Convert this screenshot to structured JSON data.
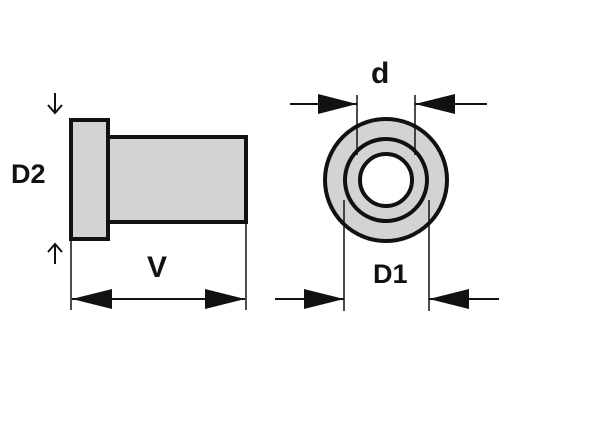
{
  "labels": {
    "d": "d",
    "D2": "D2",
    "V": "V",
    "D1": "D1"
  },
  "colors": {
    "fill": "#d3d3d3",
    "stroke": "#111111",
    "background": "#ffffff"
  }
}
